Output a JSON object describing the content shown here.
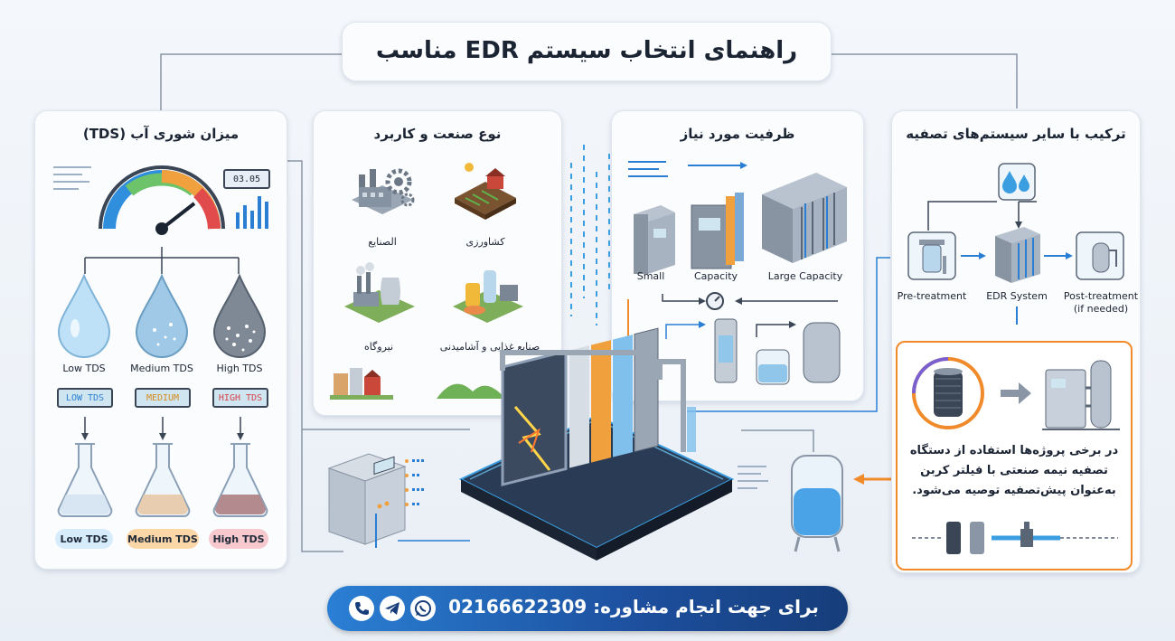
{
  "header": {
    "title": "راهنمای انتخاب سیستم EDR مناسب"
  },
  "tds_panel": {
    "title": "میزان شوری آب (TDS)",
    "meter_display": "03.05",
    "drops": [
      {
        "label": "Low TDS",
        "lcd": "LOW TDS",
        "pill": "Low TDS",
        "pill_color": "#d6ecfb"
      },
      {
        "label": "Medium TDS",
        "lcd": "MEDIUM",
        "pill": "Medium TDS",
        "pill_color": "#fbd7a8"
      },
      {
        "label": "High TDS",
        "lcd": "HIGH TDS",
        "pill": "High TDS",
        "pill_color": "#f6c9cf"
      }
    ]
  },
  "industry_panel": {
    "title": "نوع صنعت و کاربرد",
    "items": [
      {
        "label": "کشاورزی"
      },
      {
        "label": "الصنایع"
      },
      {
        "label": "صنایع غذایی و آشامیدنی"
      },
      {
        "label": "نیروگاه"
      }
    ]
  },
  "capacity_panel": {
    "title": "ظرفیت مورد نیاز",
    "small_label": "Small",
    "capacity_label": "Capacity",
    "large_label": "Large Capacity"
  },
  "combo_panel": {
    "title": "ترکیب با سایر سیستم‌های تصفیه",
    "pre_label": "Pre-treatment",
    "edr_label": "EDR System",
    "post_label": "Post-treatment",
    "post_sub": "(if needed)",
    "note_line1": "در برخی پروژه‌ها استفاده از دستگاه",
    "note_line2": "تصفیه نیمه صنعتی با فیلتر کربن",
    "note_line3": "به‌عنوان پیش‌تصفیه توصیه می‌شود."
  },
  "footer": {
    "cta": "برای جهت انجام مشاوره: 02166622309"
  },
  "colors": {
    "accent_blue": "#2a7fd4",
    "accent_orange": "#f08a2a",
    "navy": "#1b2433",
    "footer_bg": "#1d4f9e"
  }
}
